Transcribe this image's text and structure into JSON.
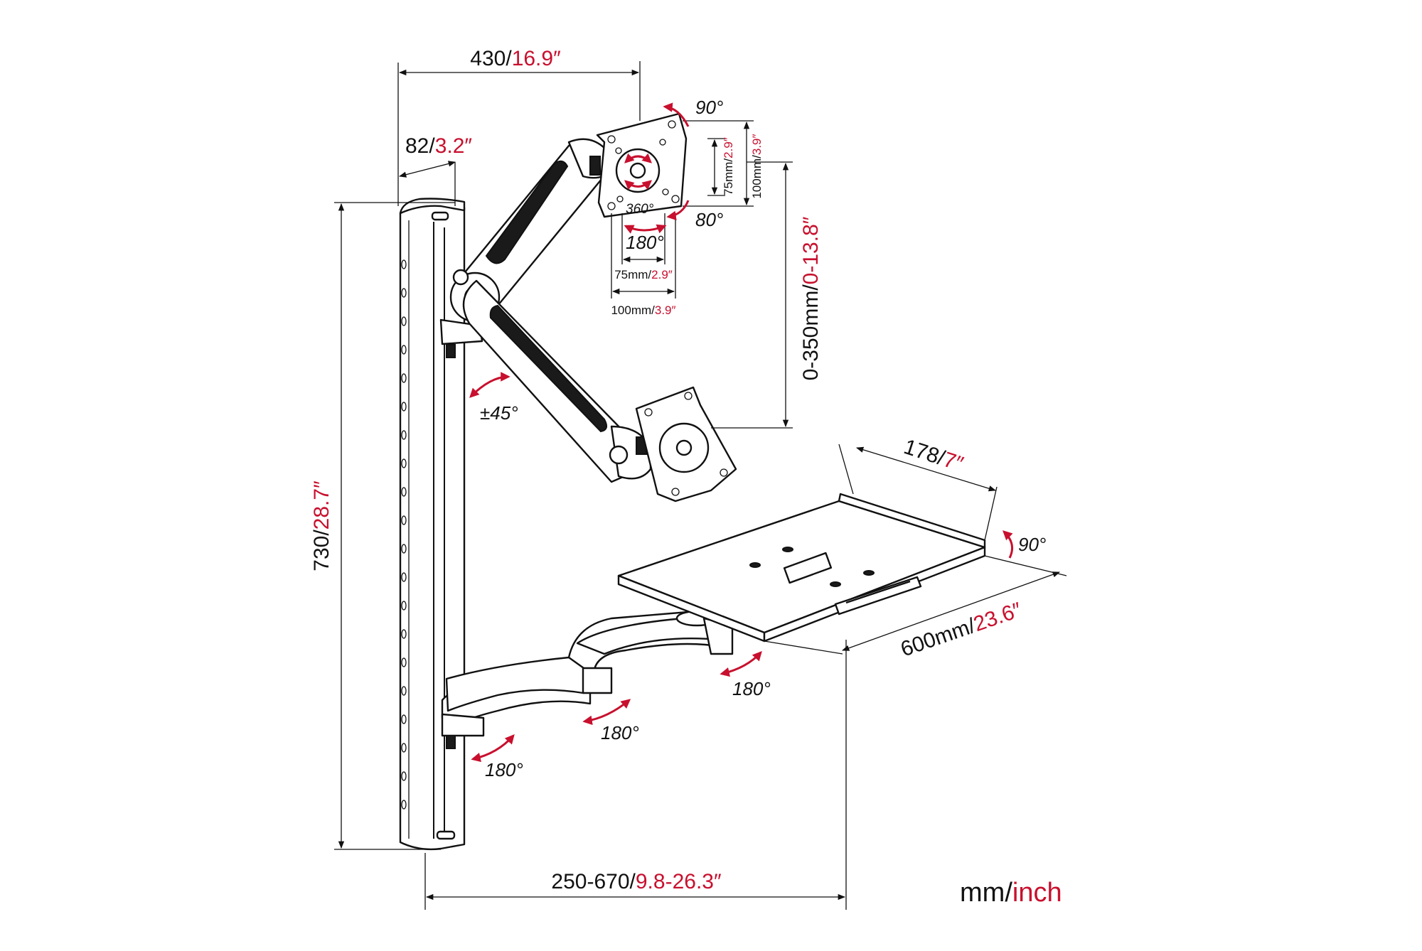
{
  "units": {
    "mm": "mm",
    "sep": "/",
    "inch": "inch"
  },
  "dimensions": {
    "reach_top": {
      "mm": "430",
      "inch": "16.9″"
    },
    "pole_depth": {
      "mm": "82",
      "inch": "3.2″"
    },
    "pole_height": {
      "mm": "730",
      "inch": "28.7″"
    },
    "height_adj": {
      "mm": "0-350mm",
      "inch": "0-13.8″"
    },
    "vesa_h75": {
      "mm": "75mm",
      "inch": "2.9″"
    },
    "vesa_h100": {
      "mm": "100mm",
      "inch": "3.9″"
    },
    "vesa_w75": {
      "mm": "75mm",
      "inch": "2.9″"
    },
    "vesa_w100": {
      "mm": "100mm",
      "inch": "3.9″"
    },
    "tray_depth": {
      "mm": "178",
      "inch": "7″"
    },
    "tray_width": {
      "mm": "600mm",
      "inch": "23.6″"
    },
    "arm_reach": {
      "mm": "250-670",
      "inch": "9.8-26.3″"
    }
  },
  "angles": {
    "vesa_rotate": "360°",
    "vesa_tilt_top": "90°",
    "vesa_tilt_bottom": "80°",
    "vesa_swivel": "180°",
    "arm_tilt": "±45°",
    "tray_tilt": "90°",
    "tray_swivel": "180°",
    "arm_joint_swivel": "180°",
    "base_swivel": "180°"
  },
  "colors": {
    "accent": "#c8102e",
    "ink": "#111111",
    "background": "#ffffff"
  }
}
